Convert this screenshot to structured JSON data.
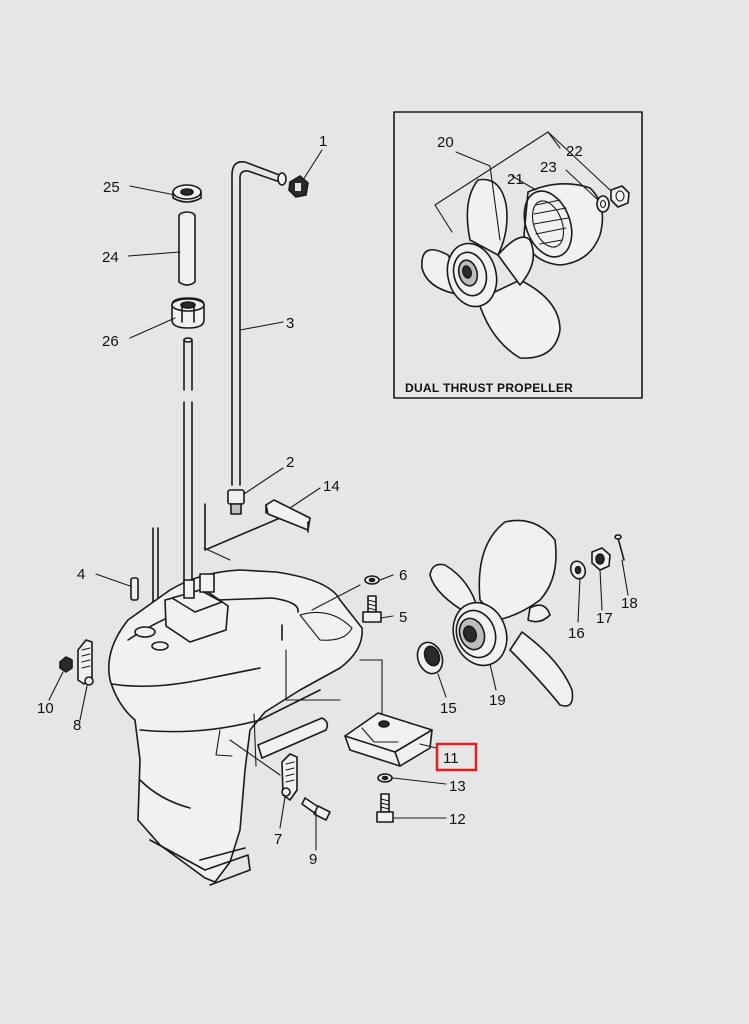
{
  "inset": {
    "title": "DUAL THRUST PROPELLER"
  },
  "highlight": {
    "color": "#e02020",
    "part": "11"
  },
  "callouts": {
    "p1": "1",
    "p2": "2",
    "p3": "3",
    "p4": "4",
    "p5": "5",
    "p6": "6",
    "p7": "7",
    "p8": "8",
    "p9": "9",
    "p10": "10",
    "p11": "11",
    "p12": "12",
    "p13": "13",
    "p14": "14",
    "p15": "15",
    "p16": "16",
    "p17": "17",
    "p18": "18",
    "p19": "19",
    "p20": "20",
    "p21": "21",
    "p22": "22",
    "p23": "23",
    "p24": "24",
    "p25": "25",
    "p26": "26"
  }
}
